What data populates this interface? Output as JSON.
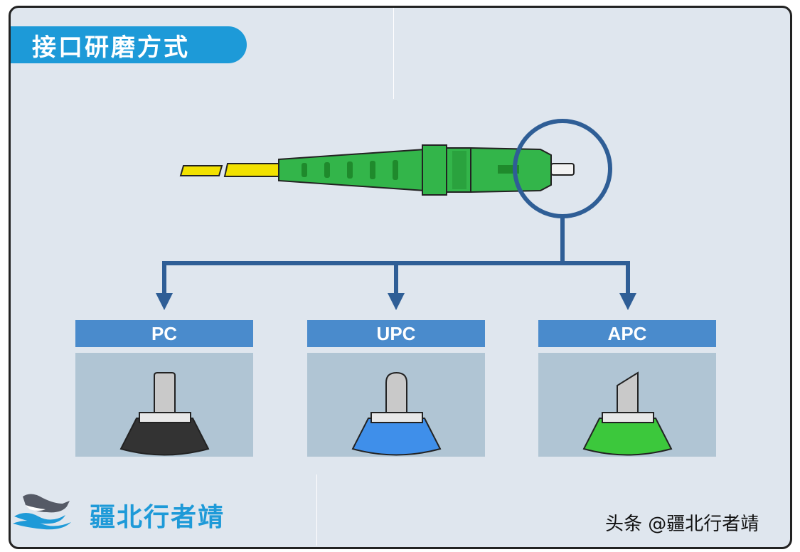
{
  "title": "接口研磨方式",
  "colors": {
    "frame_bg": "#dfe6ee",
    "title_bg": "#1d9ad8",
    "arrow": "#2f5e96",
    "panel_head": "#4a8bcc",
    "panel_body": "#b0c5d4",
    "connector_green": "#33b54a",
    "cable_yellow": "#f2e100",
    "pc_base": "#333333",
    "upc_base": "#3f8fea",
    "apc_base": "#3cc83c"
  },
  "types": [
    {
      "label": "PC",
      "base_color": "#333333",
      "tip": "flat"
    },
    {
      "label": "UPC",
      "base_color": "#3f8fea",
      "tip": "round"
    },
    {
      "label": "APC",
      "base_color": "#3cc83c",
      "tip": "angled"
    }
  ],
  "brand": {
    "name": "疆北行者靖",
    "icon": "whale-wave-icon"
  },
  "watermark": "头条 @疆北行者靖"
}
